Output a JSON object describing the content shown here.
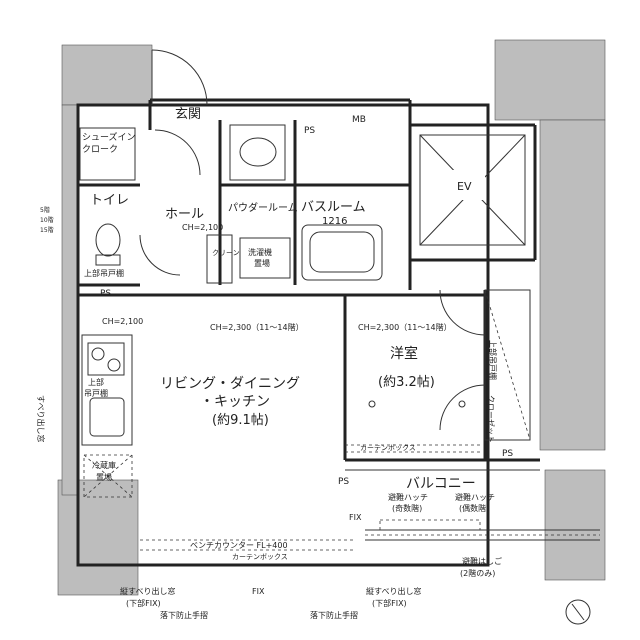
{
  "plan": {
    "entrance": "玄関",
    "shoes_in_closet": [
      "シューズイン",
      "クローク"
    ],
    "toilet": "トイレ",
    "upper_shelf": "上部吊戸棚",
    "ps": "PS",
    "mb": "MB",
    "hall": "ホール",
    "hall_ch": "CH=2,100",
    "powder_room": "パウダールーム",
    "bathroom": "バスルーム",
    "bathroom_size": "1216",
    "ev": "EV",
    "cleaner_room": "クリーン",
    "washing_machine": [
      "洗濯機",
      "置場"
    ],
    "left_note": [
      "5階",
      "10階",
      "15階"
    ],
    "kitchen_ch": "CH=2,100",
    "living_ch": "CH=2,300（11〜14階）",
    "living": [
      "リビング・ダイニング",
      "・キッチン",
      "(約9.1帖)"
    ],
    "western_ch": "CH=2,300（11〜14階）",
    "western": [
      "洋室",
      "(約3.2帖)"
    ],
    "western_upper_shelf": [
      "上部吊戸棚"
    ],
    "closet": "クローゼット",
    "kitchen_upper_shelf": [
      "上部",
      "吊戸棚"
    ],
    "fridge": [
      "冷蔵庫",
      "置場"
    ],
    "sliding_window": "すべり出し窓",
    "curtain_box": "カーテンボックス",
    "balcony": "バルコニー",
    "hatch_odd": [
      "避難ハッチ",
      "(奇数階)"
    ],
    "hatch_even": [
      "避難ハッチ",
      "(偶数階)"
    ],
    "ladder": [
      "避難はしご",
      "(2階のみ)"
    ],
    "bench_counter": "ベンチカウンター FL+400",
    "curtain_box_bottom": "カーテンボックス",
    "fix": "FIX",
    "fix_side": "FIX",
    "window_left": [
      "縦すべり出し窓",
      "(下部FIX)"
    ],
    "window_right": [
      "縦すべり出し窓",
      "(下部FIX)"
    ],
    "fall_left": "落下防止手摺",
    "fall_right": "落下防止手摺"
  }
}
